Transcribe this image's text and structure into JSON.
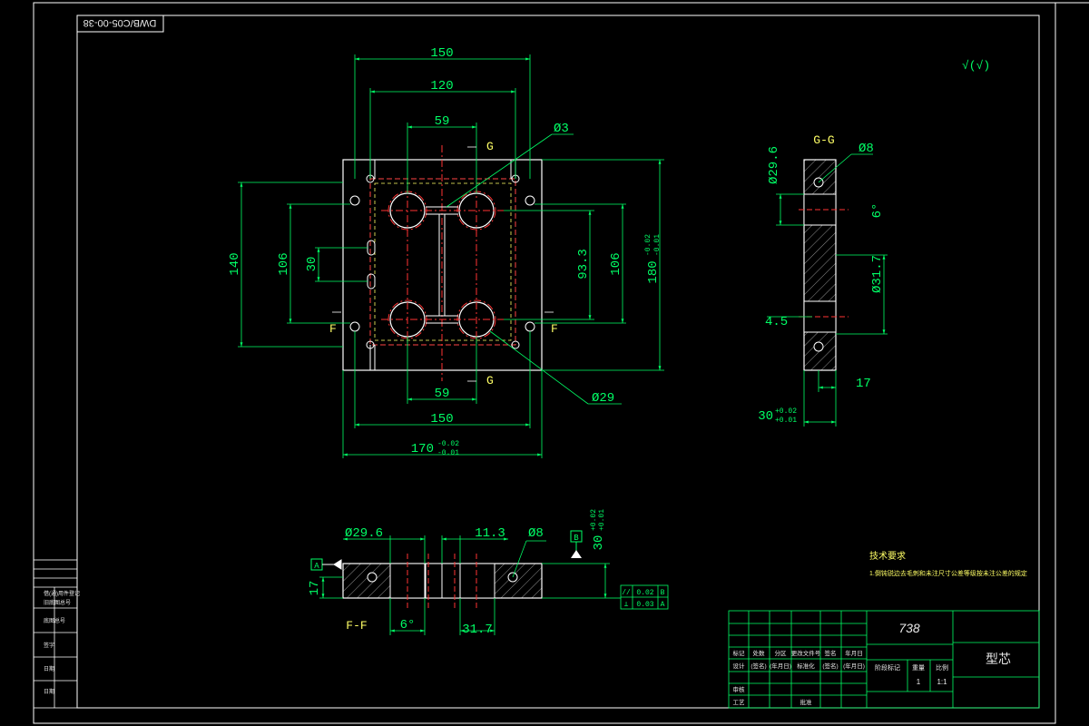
{
  "drawing": {
    "code_box": "DWB/C05-00-38",
    "roughness_note": "√(√)",
    "section_gg": "G-G",
    "section_ff": "F-F",
    "cut_g": "G",
    "cut_f": "F"
  },
  "top_view": {
    "dim_150_top": "150",
    "dim_120": "120",
    "dim_59_top": "59",
    "dim_d3": "Ø3",
    "dim_140": "140",
    "dim_106_left": "106",
    "dim_30": "30",
    "dim_93_3": "93.3",
    "dim_106_right": "106",
    "dim_180": "180",
    "dim_180_tol_up": "-0.02",
    "dim_180_tol_dn": "-0.01",
    "dim_d29": "Ø29",
    "dim_59_bottom": "59",
    "dim_150_bottom": "150",
    "dim_170": "170",
    "dim_170_tol_up": "-0.02",
    "dim_170_tol_dn": "-0.01"
  },
  "side_view": {
    "dim_d29_6": "Ø29.6",
    "dim_d8": "Ø8",
    "dim_6deg": "6°",
    "dim_d31_7": "Ø31.7",
    "dim_4_5": "4.5",
    "dim_17": "17",
    "dim_30": "30",
    "dim_30_tol_up": "+0.02",
    "dim_30_tol_dn": "+0.01"
  },
  "front_view": {
    "dim_d29_6": "Ø29.6",
    "dim_11_3": "11.3",
    "dim_d8": "Ø8",
    "dim_30": "30",
    "dim_30_tol_up": "+0.02",
    "dim_30_tol_dn": "+0.01",
    "dim_17": "17",
    "dim_6deg": "6°",
    "dim_31_7": "31.7",
    "datum_a": "A",
    "datum_b": "B"
  },
  "tolerance_frame": {
    "row1": [
      "//",
      "0.02",
      "B"
    ],
    "row2": [
      "⊥",
      "0.03",
      "A"
    ]
  },
  "tech_notes": {
    "heading": "技术要求",
    "line1": "1.倒钝锐边去毛刺和未注尺寸公差等级按未注公差的规定"
  },
  "title_block": {
    "part_no": "738",
    "part_name": "型芯",
    "row_labels": [
      "标记",
      "处数",
      "分区",
      "更改文件号",
      "签名",
      "年月日"
    ],
    "row_labels2": [
      "设计",
      "(签名)",
      "(年月日)",
      "标准化",
      "(签名)",
      "(年月日)"
    ],
    "left_labels": [
      "审核",
      "工艺"
    ],
    "mid_labels": [
      "批准"
    ],
    "stage_labels": [
      "阶段标记",
      "重量",
      "比例"
    ],
    "scale": "1:1",
    "weight": "1"
  },
  "left_strip": {
    "labels": [
      "借(通)用件登记",
      "旧底图总号",
      "底图总号",
      "签字",
      "日期",
      "日期"
    ]
  },
  "colors": {
    "outline": "#ffffff",
    "dimension": "#00ff66",
    "centerline": "#ff3333",
    "hidden": "#ffff66",
    "hatch": "#ffffff"
  }
}
